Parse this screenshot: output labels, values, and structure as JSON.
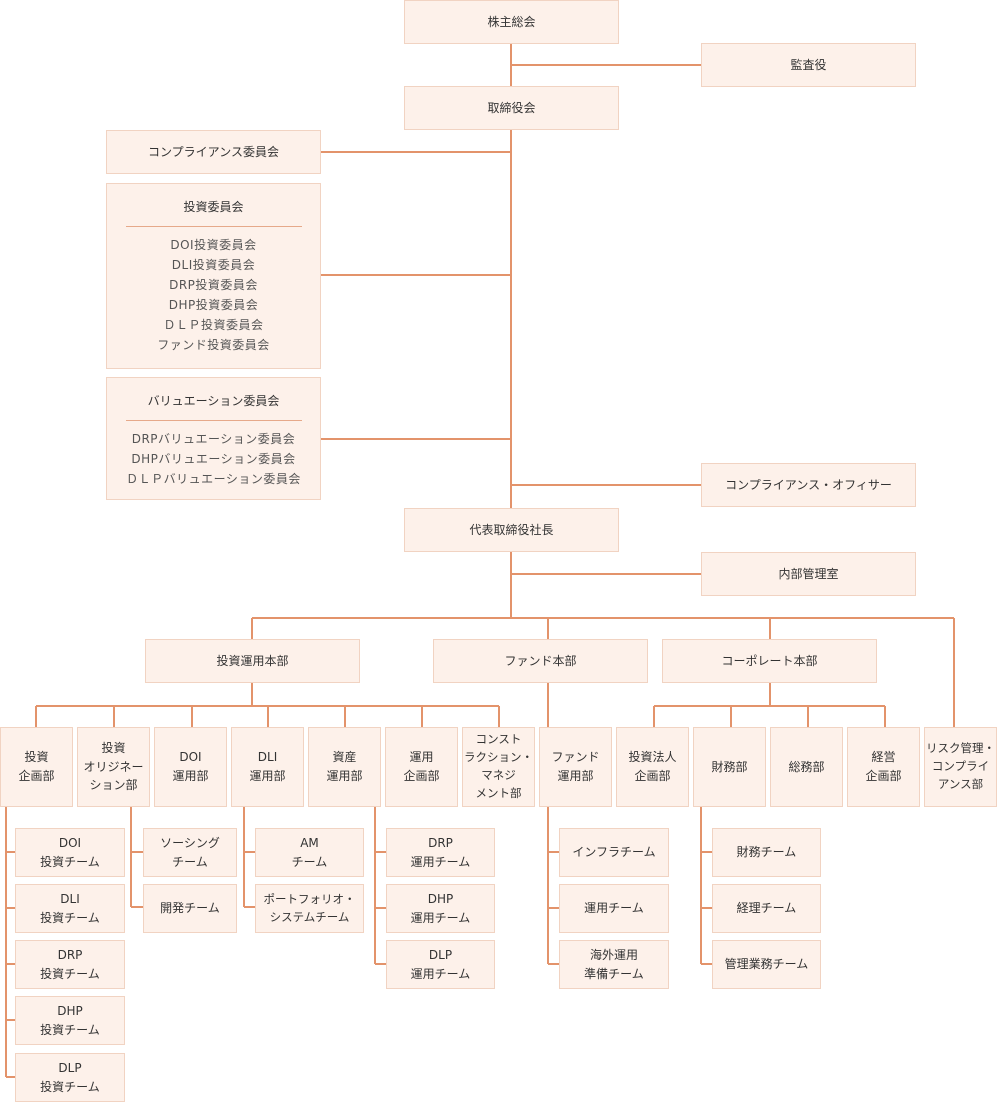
{
  "accent_color": "#e3936b",
  "box_fill": "#fdf1ea",
  "nodes": {
    "shareholders": "株主総会",
    "auditor": "監査役",
    "board": "取締役会",
    "compliance_committee": "コンプライアンス委員会",
    "investment_committee": {
      "title": "投資委員会",
      "items": [
        "DOI投資委員会",
        "DLI投資委員会",
        "DRP投資委員会",
        "DHP投資委員会",
        "ＤＬＰ投資委員会",
        "ファンド投資委員会"
      ]
    },
    "valuation_committee": {
      "title": "バリュエーション委員会",
      "items": [
        "DRPバリュエーション委員会",
        "DHPバリュエーション委員会",
        "ＤＬＰバリュエーション委員会"
      ]
    },
    "compliance_officer": "コンプライアンス・オフィサー",
    "ceo": "代表取締役社長",
    "internal_audit": "内部管理室",
    "investment_hq": "投資運用本部",
    "fund_hq": "ファンド本部",
    "corporate_hq": "コーポレート本部",
    "departments": {
      "inv_planning": [
        "投資",
        "企画部"
      ],
      "inv_origination": [
        "投資",
        "オリジネー",
        "ション部"
      ],
      "doi_ops": [
        "DOI",
        "運用部"
      ],
      "dli_ops": [
        "DLI",
        "運用部"
      ],
      "asset_ops": [
        "資産",
        "運用部"
      ],
      "ops_planning": [
        "運用",
        "企画部"
      ],
      "construction": [
        "コンスト",
        "ラクション・",
        "マネジ",
        "メント部"
      ],
      "fund_ops": [
        "ファンド",
        "運用部"
      ],
      "corp_planning": [
        "投資法人",
        "企画部"
      ],
      "finance": [
        "財務部"
      ],
      "general_affairs": [
        "総務部"
      ],
      "mgmt_planning": [
        "経営",
        "企画部"
      ],
      "risk": [
        "リスク管理・",
        "コンプライ",
        "アンス部"
      ]
    },
    "teams": {
      "doi_inv": [
        "DOI",
        "投資チーム"
      ],
      "dli_inv": [
        "DLI",
        "投資チーム"
      ],
      "drp_inv": [
        "DRP",
        "投資チーム"
      ],
      "dhp_inv": [
        "DHP",
        "投資チーム"
      ],
      "dlp_inv": [
        "DLP",
        "投資チーム"
      ],
      "sourcing": [
        "ソーシング",
        "チーム"
      ],
      "development": [
        "開発チーム"
      ],
      "am": [
        "AM",
        "チーム"
      ],
      "portfolio": [
        "ポートフォリオ・",
        "システムチーム"
      ],
      "drp_ops": [
        "DRP",
        "運用チーム"
      ],
      "dhp_ops": [
        "DHP",
        "運用チーム"
      ],
      "dlp_ops": [
        "DLP",
        "運用チーム"
      ],
      "infra": [
        "インフラチーム"
      ],
      "ops_team": [
        "運用チーム"
      ],
      "overseas": [
        "海外運用",
        "準備チーム"
      ],
      "finance_team": [
        "財務チーム"
      ],
      "accounting": [
        "経理チーム"
      ],
      "admin": [
        "管理業務チーム"
      ]
    }
  }
}
